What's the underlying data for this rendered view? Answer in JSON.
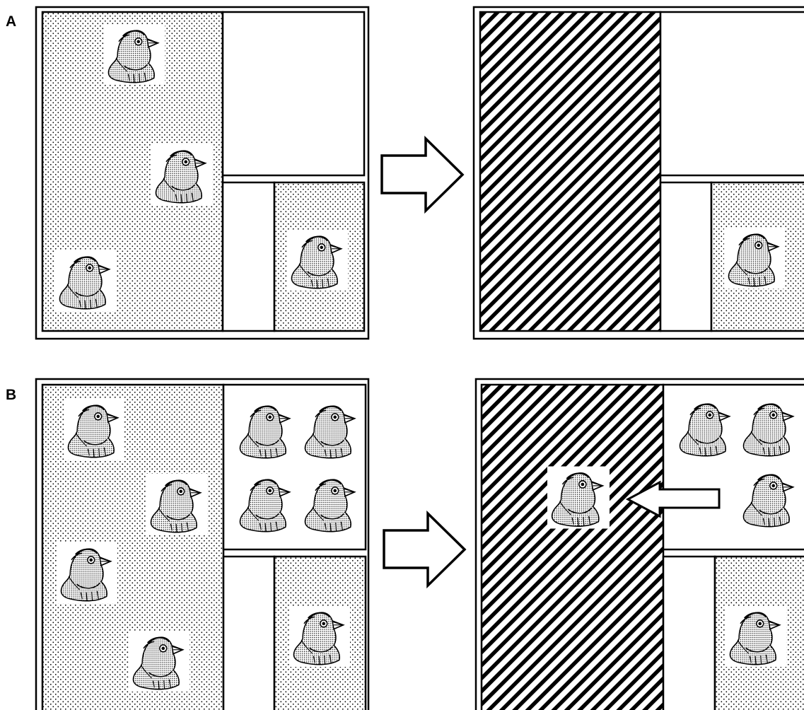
{
  "panels": [
    {
      "label": "A",
      "before": {
        "large_area": {
          "pattern": "dots",
          "birds": 3
        },
        "top_right_area": {
          "pattern": "empty",
          "birds": 0
        },
        "bottom_middle_area": {
          "pattern": "empty",
          "birds": 0
        },
        "bottom_right_area": {
          "pattern": "dots",
          "birds": 1
        }
      },
      "after": {
        "large_area": {
          "pattern": "diagonal-stripes",
          "birds": 0
        },
        "top_right_area": {
          "pattern": "empty",
          "birds": 0
        },
        "bottom_middle_area": {
          "pattern": "empty",
          "birds": 0
        },
        "bottom_right_area": {
          "pattern": "dots",
          "birds": 1
        }
      }
    },
    {
      "label": "B",
      "before": {
        "large_area": {
          "pattern": "dots",
          "birds": 4
        },
        "top_right_area": {
          "pattern": "empty",
          "birds": 4
        },
        "bottom_middle_area": {
          "pattern": "empty",
          "birds": 0
        },
        "bottom_right_area": {
          "pattern": "dots",
          "birds": 1
        }
      },
      "after": {
        "large_area": {
          "pattern": "diagonal-stripes",
          "birds": 1
        },
        "top_right_area": {
          "pattern": "empty",
          "birds": 3
        },
        "bottom_middle_area": {
          "pattern": "empty",
          "birds": 0
        },
        "bottom_right_area": {
          "pattern": "dots",
          "birds": 1
        },
        "movement_arrow": {
          "from": "top_right_area",
          "to": "large_area"
        }
      }
    }
  ],
  "transition_arrow_icon": "right-arrow-outline-icon",
  "bird_icon": "bird-head-icon",
  "colors": {
    "line": "#000000",
    "background": "#ffffff"
  }
}
